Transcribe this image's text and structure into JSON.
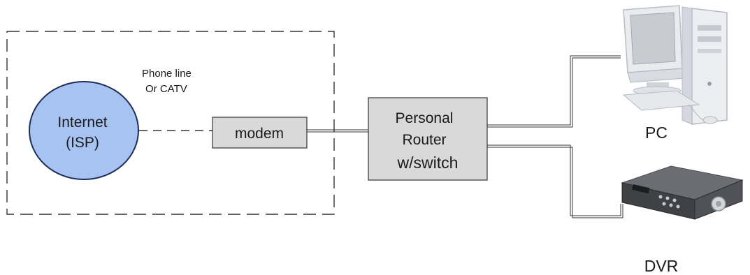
{
  "diagram": {
    "internet_line1": "Internet",
    "internet_line2": "(ISP)",
    "link_label_line1": "Phone line",
    "link_label_line2": "Or CATV",
    "modem_label": "modem",
    "router_line1": "Personal",
    "router_line2": "Router",
    "router_line3": "w/switch",
    "pc_label": "PC",
    "dvr_label": "DVR"
  },
  "colors": {
    "cloud_fill": "#a7c3f2",
    "box_fill": "#d9d9d9",
    "line": "#333333"
  }
}
